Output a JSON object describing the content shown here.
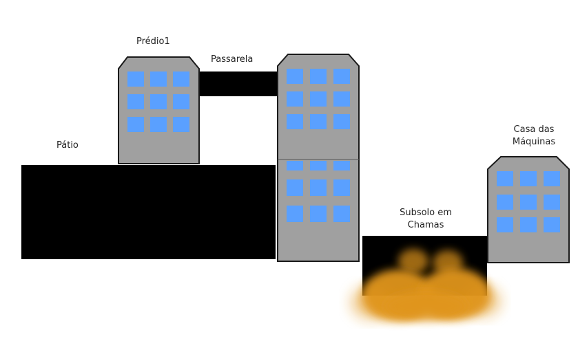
{
  "labels": {
    "building1": "Prédio1",
    "walkway": "Passarela",
    "courtyard": "Pátio",
    "basement_fire": [
      "Subsolo em",
      "Chamas"
    ],
    "machine_house": [
      "Casa das",
      "Máquinas"
    ]
  },
  "colors": {
    "building_fill": "#a0a0a0",
    "building_stroke": "#1a1a1a",
    "window": "#5aa0ff",
    "solid_black": "#000000",
    "fire": "#e0951c",
    "background": "#ffffff"
  }
}
